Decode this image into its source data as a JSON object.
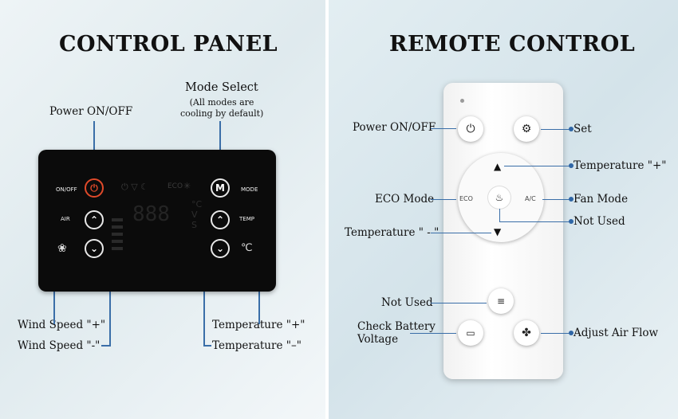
{
  "left": {
    "title": "CONTROL PANEL",
    "labels": {
      "power": "Power ON/OFF",
      "mode": "Mode Select",
      "mode_note_1": "(All modes are",
      "mode_note_2": "cooling by default)",
      "wind_up": "Wind Speed \"+\"",
      "wind_down": "Wind Speed \"-\"",
      "temp_up": "Temperature \"+\"",
      "temp_down": "Temperature \"–\""
    },
    "panel": {
      "on_off": "ON/OFF",
      "mode": "MODE",
      "air": "AIR",
      "temp": "TEMP",
      "mode_button": "M",
      "eco": "ECO"
    }
  },
  "right": {
    "title": "REMOTE CONTROL",
    "labels": {
      "power": "Power ON/OFF",
      "set": "Set",
      "temp_up": "Temperature \"+\"",
      "eco_mode": "ECO Mode",
      "fan_mode": "Fan Mode",
      "not_used_1": "Not Used",
      "temp_down": "Temperature \" - \"",
      "not_used_2": "Not Used",
      "check_battery_1": "Check Battery",
      "check_battery_2": "Voltage",
      "adjust_air": "Adjust Air Flow"
    },
    "remote": {
      "eco": "ECO",
      "ac": "A/C"
    }
  },
  "colors": {
    "leader_line": "#3a6ea8",
    "panel": "#0b0b0b",
    "power_led": "#e04a2a"
  }
}
